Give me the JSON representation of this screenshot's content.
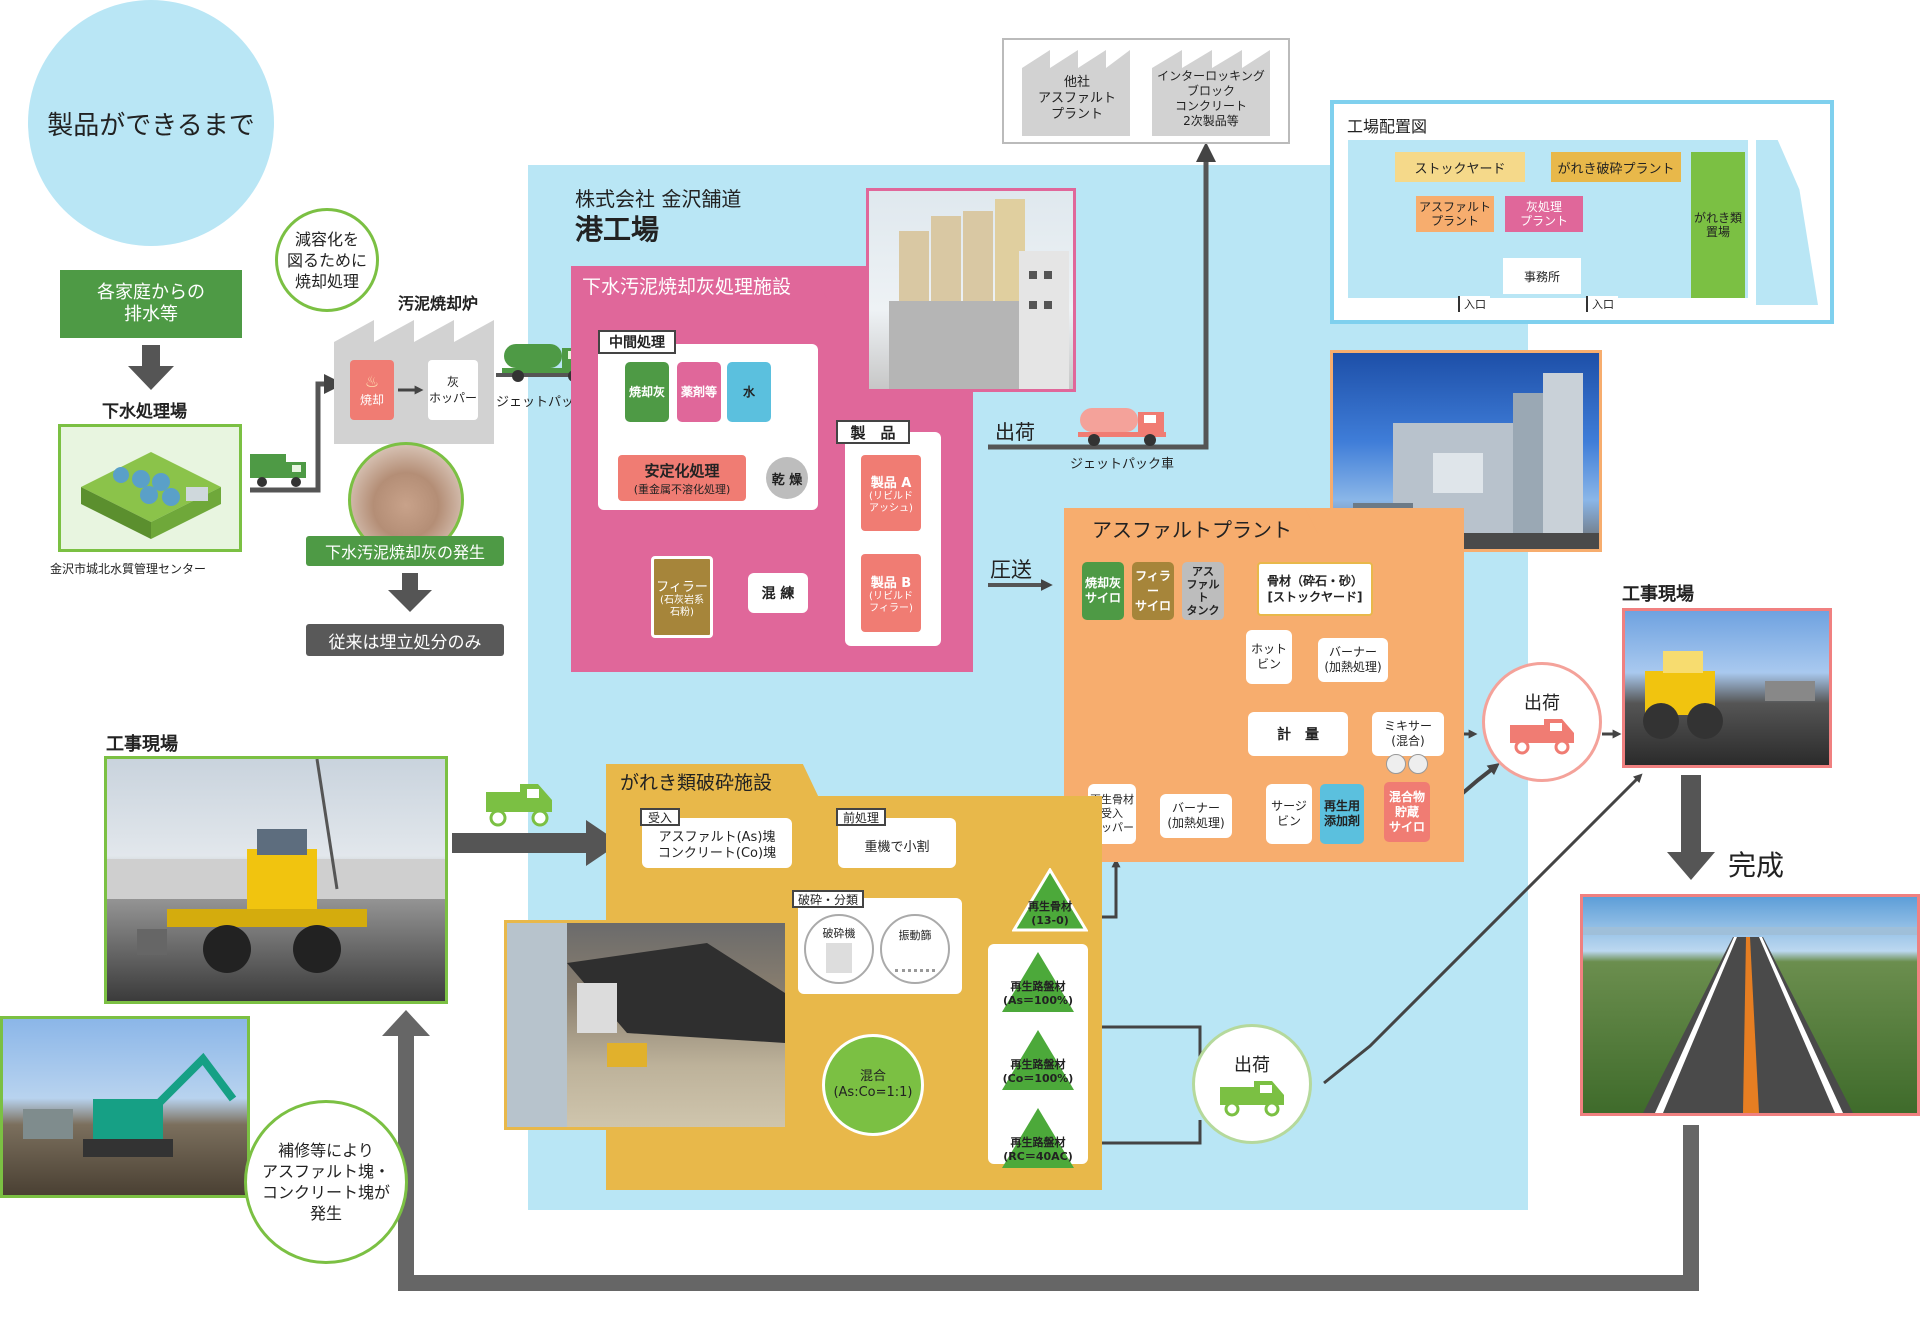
{
  "title": "製品ができるまで",
  "households": "各家庭からの\n排水等",
  "sewage_plant": "下水処理場",
  "sewage_center": "金沢市城北水質管理センター",
  "volume_reduce": "減容化を\n図るために\n焼却処理",
  "incinerator": "汚泥焼却炉",
  "burn": "焼却",
  "ash_hopper": "灰\nホッパー",
  "jet_pack": "ジェットパック車",
  "ash_generated": "下水汚泥焼却灰の発生",
  "landfill": "従来は埋立処分のみ",
  "company": "株式会社 金沢舗道",
  "plant_name": "港工場",
  "facility1": "下水汚泥焼却灰処理施設",
  "intermediate": "中間処理",
  "ash": "焼却灰",
  "chemicals": "薬剤等",
  "water": "水",
  "stabilize": "安定化処理",
  "stabilize_sub": "(重金属不溶化処理)",
  "dry": "乾 燥",
  "products": "製　品",
  "product_a": "製品 A",
  "product_a_sub": "(リビルド\nアッシュ)",
  "product_b": "製品 B",
  "product_b_sub": "(リビルド\nフィラー)",
  "filler": "フィラー",
  "filler_sub": "(石灰岩系\n石粉)",
  "knead": "混 練",
  "ship": "出荷",
  "pressure": "圧送",
  "other_plant": "他社\nアスファルト\nプラント",
  "interlocking": "インターロッキング\nブロック\nコンクリート\n2次製品等",
  "layout_title": "工場配置図",
  "layout": {
    "stockyard": "ストックヤード",
    "crusher": "がれき破砕プラント",
    "asphalt": "アスファルト\nプラント",
    "ash_plant": "灰処理\nプラント",
    "rubble_yard": "がれき類\n置場",
    "office": "事務所",
    "entrance1": "入口",
    "entrance2": "入口"
  },
  "asphalt_plant": "アスファルトプラント",
  "ash_silo": "焼却灰\nサイロ",
  "filler_silo": "フィラー\nサイロ",
  "asphalt_tank": "アス\nファルト\nタンク",
  "aggregate": "骨材（砕石・砂）\n[ストックヤード]",
  "hot_bin": "ホット\nビン",
  "burner1": "バーナー\n(加熱処理)",
  "measure": "計　量",
  "mixer": "ミキサー\n(混合)",
  "mix_silo": "混合物\n貯蔵\nサイロ",
  "recycled_hopper": "再生骨材\n受入\nホッパー",
  "burner2": "バーナー\n(加熱処理)",
  "surge_bin": "サージ\nビン",
  "recycle_additive": "再生用\n添加剤",
  "site1": "工事現場",
  "site2": "工事現場",
  "complete": "完成",
  "rubble_facility": "がれき類破砕施設",
  "receive": "受入",
  "receive_text": "アスファルト(As)塊\nコンクリート(Co)塊",
  "pretreat": "前処理",
  "pretreat_text": "重機で小割",
  "crush_sort": "破砕・分類",
  "crusher_m": "破砕機",
  "screen": "振動篩",
  "recycled_agg": "再生骨材\n(13-0)",
  "base1": "再生路盤材\n(As＝100%)",
  "base2": "再生路盤材\n(Co＝100%)",
  "base3": "再生路盤材\n(RC＝40AC)",
  "mix": "混合\n(As:Co=1:1)",
  "repair": "補修等により\nアスファルト塊・\nコンクリート塊が\n発生",
  "colors": {
    "light_blue": "#b9e6f5",
    "pink": "#e0679a",
    "orange": "#f7ad6e",
    "yellow": "#e8b84a",
    "green": "#4e9a45",
    "brown": "#a6853a",
    "red_box": "#f07c73",
    "gray_arrow": "#5a5a5a"
  }
}
